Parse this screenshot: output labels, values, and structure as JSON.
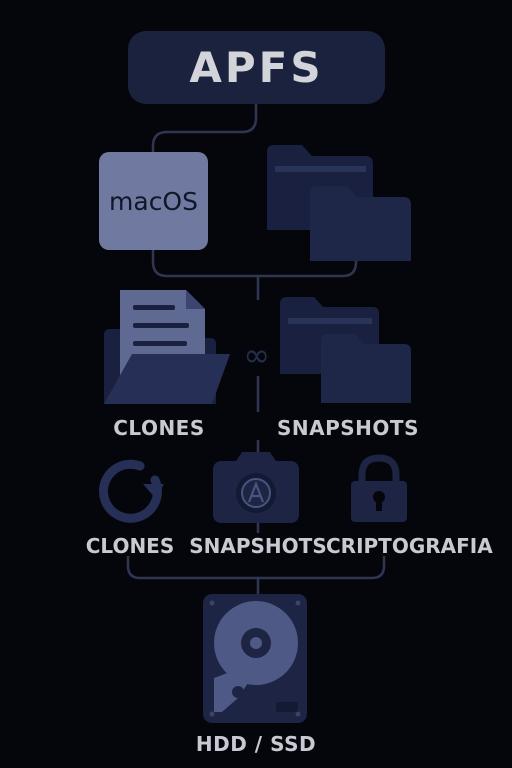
{
  "title": "APFS",
  "os_tile": {
    "label": "macOS"
  },
  "row1": {
    "left_label": "CLONES",
    "right_label": "SNAPSHOTS",
    "link_glyph": "∞"
  },
  "row2": {
    "left_label": "CLONES",
    "center_label": "SNAPSHOTS",
    "right_label": "CRIPTOGRAFIA"
  },
  "storage": {
    "label": "HDD / SSD"
  },
  "icons": {
    "top_folders": "folder-stack-icon",
    "document_folder": "document-folder-icon",
    "snapshot_folders": "folder-stack-icon",
    "refresh": "refresh-icon",
    "camera": "camera-icon",
    "lock": "padlock-icon",
    "hard_drive": "hard-drive-icon"
  },
  "colors": {
    "background": "#05060b",
    "box": "#1b223e",
    "icon_dark": "#1a2140",
    "icon_mid": "#263056",
    "tile": "#7079a0",
    "paper": "#5f6a93",
    "connector": "#303652",
    "text": "#c8cad3"
  }
}
